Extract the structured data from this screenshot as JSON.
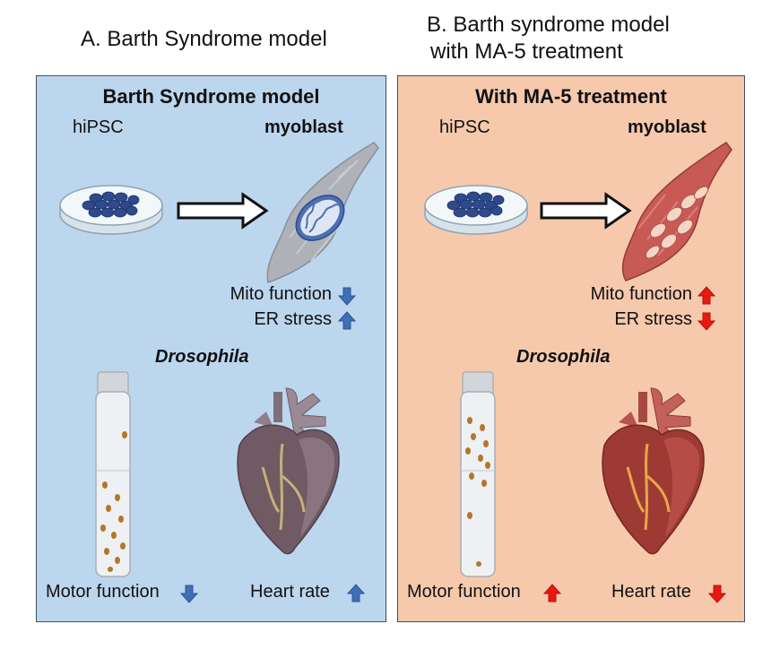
{
  "captions": {
    "a": "A. Barth Syndrome model",
    "b_line1": "B. Barth syndrome model",
    "b_line2": "with MA-5 treatment"
  },
  "panel_a": {
    "title": "Barth Syndrome model",
    "hipsc": "hiPSC",
    "myoblast": "myoblast",
    "mito": "Mito function",
    "er": "ER stress",
    "drosophila": "Drosophila",
    "motor": "Motor function",
    "heart": "Heart rate",
    "indicators": {
      "mito": "down",
      "er": "up",
      "motor": "down",
      "heart": "up"
    },
    "arrow_color": "#3f6fb5"
  },
  "panel_b": {
    "title": "With MA-5 treatment",
    "hipsc": "hiPSC",
    "myoblast": "myoblast",
    "mito": "Mito function",
    "er": "ER stress",
    "drosophila": "Drosophila",
    "motor": "Motor function",
    "heart": "Heart rate",
    "indicators": {
      "mito": "up",
      "er": "down",
      "motor": "up",
      "heart": "down"
    },
    "arrow_color": "#e8190f"
  },
  "colors": {
    "panel_a_bg": "#bcd6ee",
    "panel_b_bg": "#f6c9ad",
    "cells": "#2e4a8c",
    "myoblast_a": "#aeb2b8",
    "myoblast_b": "#c85a56"
  },
  "icons": [
    "petri-dish-icon",
    "hollow-arrow-icon",
    "myoblast-cell-icon",
    "mitochondria-icon",
    "fly-vial-icon",
    "heart-icon",
    "up-arrow-icon",
    "down-arrow-icon"
  ]
}
